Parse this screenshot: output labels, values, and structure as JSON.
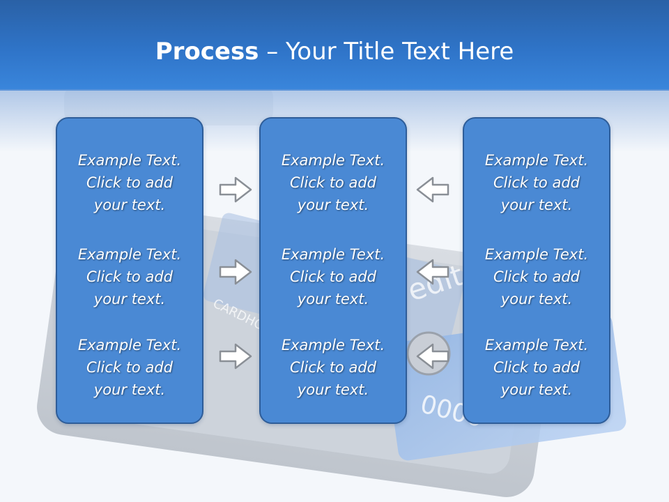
{
  "title": {
    "bold": "Process",
    "rest": " – Your Title Text Here"
  },
  "columns": [
    {
      "items": [
        {
          "l1": "Example Text.",
          "l2": "Click  to add",
          "l3": "your text."
        },
        {
          "l1": "Example Text.",
          "l2": "Click  to add",
          "l3": "your text."
        },
        {
          "l1": "Example Text.",
          "l2": "Click  to add",
          "l3": "your text."
        }
      ]
    },
    {
      "items": [
        {
          "l1": "Example Text.",
          "l2": "Click  to add",
          "l3": "your text."
        },
        {
          "l1": "Example Text.",
          "l2": "Click  to add",
          "l3": "your text."
        },
        {
          "l1": "Example Text.",
          "l2": "Click  to add",
          "l3": "your text."
        }
      ]
    },
    {
      "items": [
        {
          "l1": "Example Text.",
          "l2": "Click  to add",
          "l3": "your text."
        },
        {
          "l1": "Example Text.",
          "l2": "Click  to add",
          "l3": "your text."
        },
        {
          "l1": "Example Text.",
          "l2": "Click  to add",
          "l3": "your text."
        }
      ]
    }
  ],
  "background_text": {
    "word": "edit",
    "label": "CARDHO",
    "digits": "0000"
  },
  "colors": {
    "header": "#2f74c8",
    "panel": "#4a89d4",
    "panel_border": "#2e5d99",
    "arrow": "#8a8f96"
  },
  "icons": {
    "right": "arrow-right-icon",
    "left": "arrow-left-icon"
  }
}
